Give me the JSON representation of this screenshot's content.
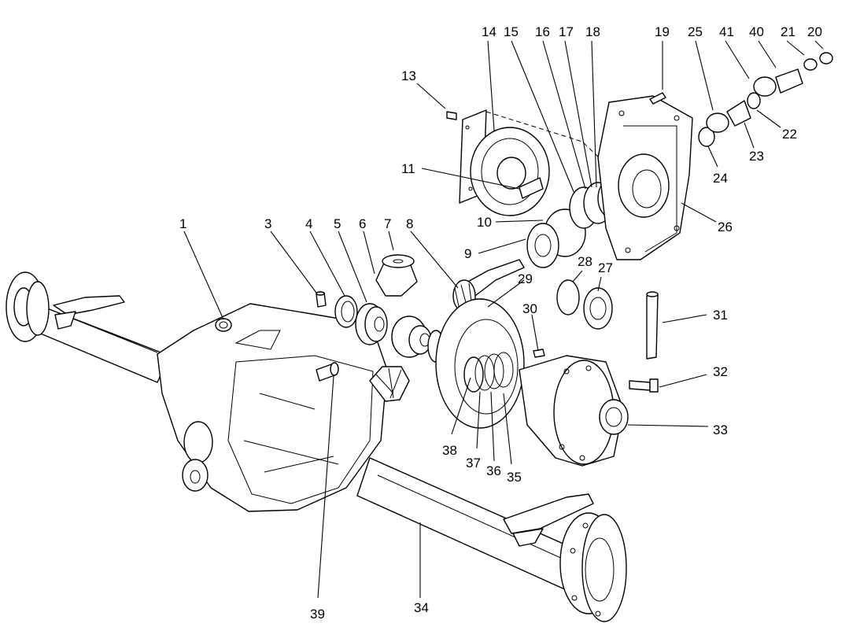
{
  "figure": {
    "callouts": [
      {
        "id": "p1",
        "label": "1"
      },
      {
        "id": "p3",
        "label": "3"
      },
      {
        "id": "p4",
        "label": "4"
      },
      {
        "id": "p5",
        "label": "5"
      },
      {
        "id": "p6",
        "label": "6"
      },
      {
        "id": "p7",
        "label": "7"
      },
      {
        "id": "p8",
        "label": "8"
      },
      {
        "id": "p9",
        "label": "9"
      },
      {
        "id": "p10",
        "label": "10"
      },
      {
        "id": "p11",
        "label": "11"
      },
      {
        "id": "p13",
        "label": "13"
      },
      {
        "id": "p14",
        "label": "14"
      },
      {
        "id": "p15",
        "label": "15"
      },
      {
        "id": "p16",
        "label": "16"
      },
      {
        "id": "p17",
        "label": "17"
      },
      {
        "id": "p18",
        "label": "18"
      },
      {
        "id": "p19",
        "label": "19"
      },
      {
        "id": "p20",
        "label": "20"
      },
      {
        "id": "p21",
        "label": "21"
      },
      {
        "id": "p22",
        "label": "22"
      },
      {
        "id": "p23",
        "label": "23"
      },
      {
        "id": "p24",
        "label": "24"
      },
      {
        "id": "p25",
        "label": "25"
      },
      {
        "id": "p26",
        "label": "26"
      },
      {
        "id": "p27",
        "label": "27"
      },
      {
        "id": "p28",
        "label": "28"
      },
      {
        "id": "p29",
        "label": "29"
      },
      {
        "id": "p30",
        "label": "30"
      },
      {
        "id": "p31",
        "label": "31"
      },
      {
        "id": "p32",
        "label": "32"
      },
      {
        "id": "p33",
        "label": "33"
      },
      {
        "id": "p34",
        "label": "34"
      },
      {
        "id": "p35",
        "label": "35"
      },
      {
        "id": "p36",
        "label": "36"
      },
      {
        "id": "p37",
        "label": "37"
      },
      {
        "id": "p38",
        "label": "38"
      },
      {
        "id": "p39",
        "label": "39"
      },
      {
        "id": "p40",
        "label": "40"
      },
      {
        "id": "p41",
        "label": "41"
      }
    ]
  }
}
